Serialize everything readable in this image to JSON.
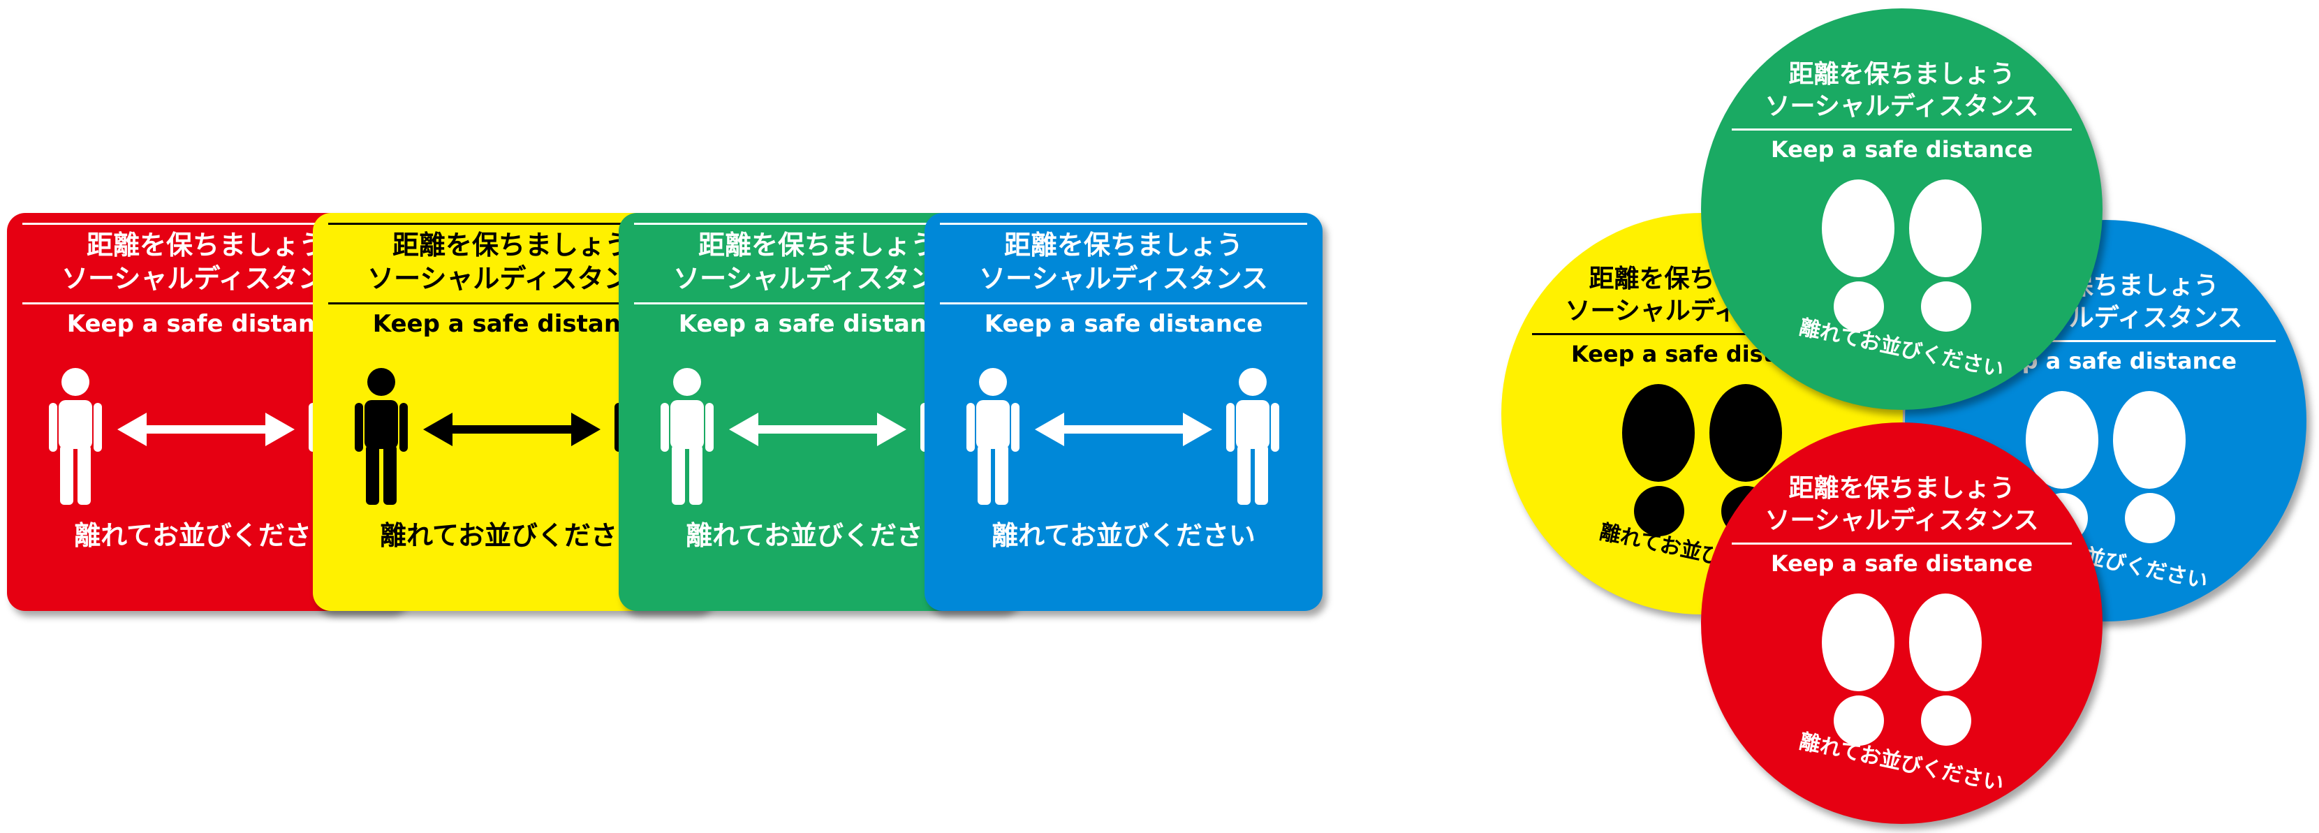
{
  "rect_stickers": [
    {
      "id": "red",
      "bg": "#e60012",
      "fg": "#ffffff",
      "line1": "距離を保ちましょう",
      "line2": "ソーシャルディスタンス",
      "english": "Keep a safe distance",
      "bottom": "離れてお並びください",
      "icon": "people-distance-icon"
    },
    {
      "id": "yellow",
      "bg": "#fff100",
      "fg": "#000000",
      "line1": "距離を保ちましょう",
      "line2": "ソーシャルディスタンス",
      "english": "Keep a safe distance",
      "bottom": "離れてお並びください",
      "icon": "people-distance-icon"
    },
    {
      "id": "green",
      "bg": "#1aaa63",
      "fg": "#ffffff",
      "line1": "距離を保ちましょう",
      "line2": "ソーシャルディスタンス",
      "english": "Keep a safe distance",
      "bottom": "離れてお並びください",
      "icon": "people-distance-icon"
    },
    {
      "id": "blue",
      "bg": "#0088d8",
      "fg": "#ffffff",
      "line1": "距離を保ちましょう",
      "line2": "ソーシャルディスタンス",
      "english": "Keep a safe distance",
      "bottom": "離れてお並びください",
      "icon": "people-distance-icon"
    }
  ],
  "round_stickers": [
    {
      "id": "yellow",
      "bg": "#fff100",
      "fg": "#000000",
      "line1": "距離を保ちましょう",
      "line2": "ソーシャルディスタンス",
      "english": "Keep a safe distance",
      "bottom": "離れてお並びください",
      "icon": "footprints-icon"
    },
    {
      "id": "blue",
      "bg": "#0088d8",
      "fg": "#ffffff",
      "line1": "距離を保ちましょう",
      "line2": "ソーシャルディスタンス",
      "english": "Keep a safe distance",
      "bottom": "離れてお並びください",
      "icon": "footprints-icon"
    },
    {
      "id": "green",
      "bg": "#1aaa63",
      "fg": "#ffffff",
      "line1": "距離を保ちましょう",
      "line2": "ソーシャルディスタンス",
      "english": "Keep a safe distance",
      "bottom": "離れてお並びください",
      "icon": "footprints-icon"
    },
    {
      "id": "red",
      "bg": "#e60012",
      "fg": "#ffffff",
      "line1": "距離を保ちましょう",
      "line2": "ソーシャルディスタンス",
      "english": "Keep a safe distance",
      "bottom": "離れてお並びください",
      "icon": "footprints-icon"
    }
  ]
}
